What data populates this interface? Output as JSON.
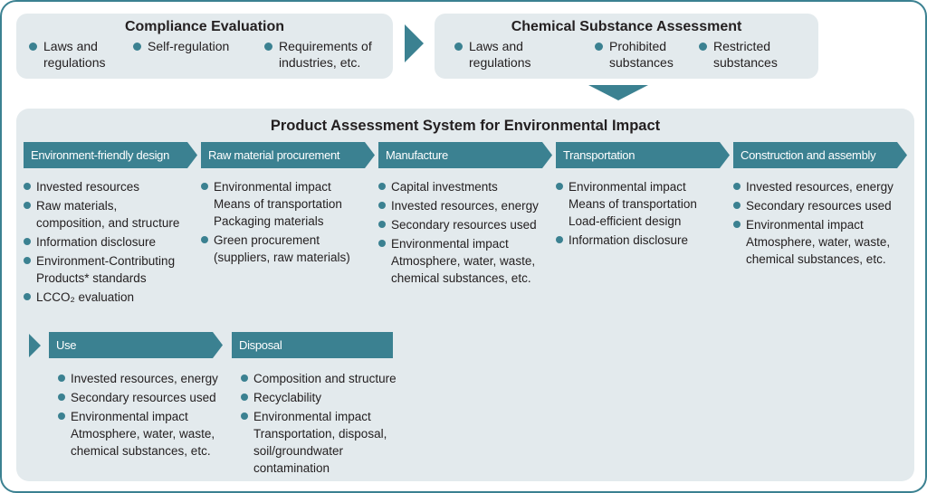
{
  "colors": {
    "teal": "#3B8191",
    "panel_bg": "#E3EAED",
    "text": "#242021",
    "banner_text": "#FFFFFF"
  },
  "icons": {
    "bullet": "bullet-dot",
    "right_arrow": "arrow-right",
    "down_arrow": "arrow-down",
    "chevron": "chevron-right"
  },
  "top_row": {
    "compliance_box": {
      "title": "Compliance Evaluation",
      "items": [
        "Laws and\nregulations",
        "Self-regulation",
        "Requirements of\nindustries, etc."
      ]
    },
    "chemical_box": {
      "title": "Chemical Substance Assessment",
      "items": [
        "Laws and\nregulations",
        "Prohibited\nsubstances",
        "Restricted\nsubstances"
      ]
    }
  },
  "main_panel": {
    "title": "Product Assessment System for Environmental Impact",
    "stages_row1": [
      {
        "banner": "Environment-friendly design",
        "items": [
          "Invested resources",
          "Raw materials,\ncomposition, and structure",
          "Information disclosure",
          "Environment-Contributing\nProducts* standards",
          "LCCO₂ evaluation"
        ]
      },
      {
        "banner": "Raw material procurement",
        "items": [
          "Environmental impact\nMeans of transportation\nPackaging materials",
          "Green procurement\n(suppliers, raw materials)"
        ]
      },
      {
        "banner": "Manufacture",
        "items": [
          "Capital investments",
          "Invested resources, energy",
          "Secondary resources used",
          "Environmental impact\nAtmosphere, water, waste,\nchemical substances, etc."
        ]
      },
      {
        "banner": "Transportation",
        "items": [
          "Environmental impact\nMeans of transportation\nLoad-efficient design",
          "Information disclosure"
        ]
      },
      {
        "banner": "Construction and assembly",
        "items": [
          "Invested resources, energy",
          "Secondary resources used",
          "Environmental impact\nAtmosphere, water, waste,\nchemical substances, etc."
        ]
      }
    ],
    "stages_row2": [
      {
        "banner": "Use",
        "items": [
          "Invested resources, energy",
          "Secondary resources used",
          "Environmental impact\nAtmosphere, water, waste,\nchemical substances, etc."
        ]
      },
      {
        "banner": "Disposal",
        "items": [
          "Composition and structure",
          "Recyclability",
          "Environmental impact\nTransportation, disposal,\nsoil/groundwater\ncontamination"
        ]
      }
    ]
  }
}
